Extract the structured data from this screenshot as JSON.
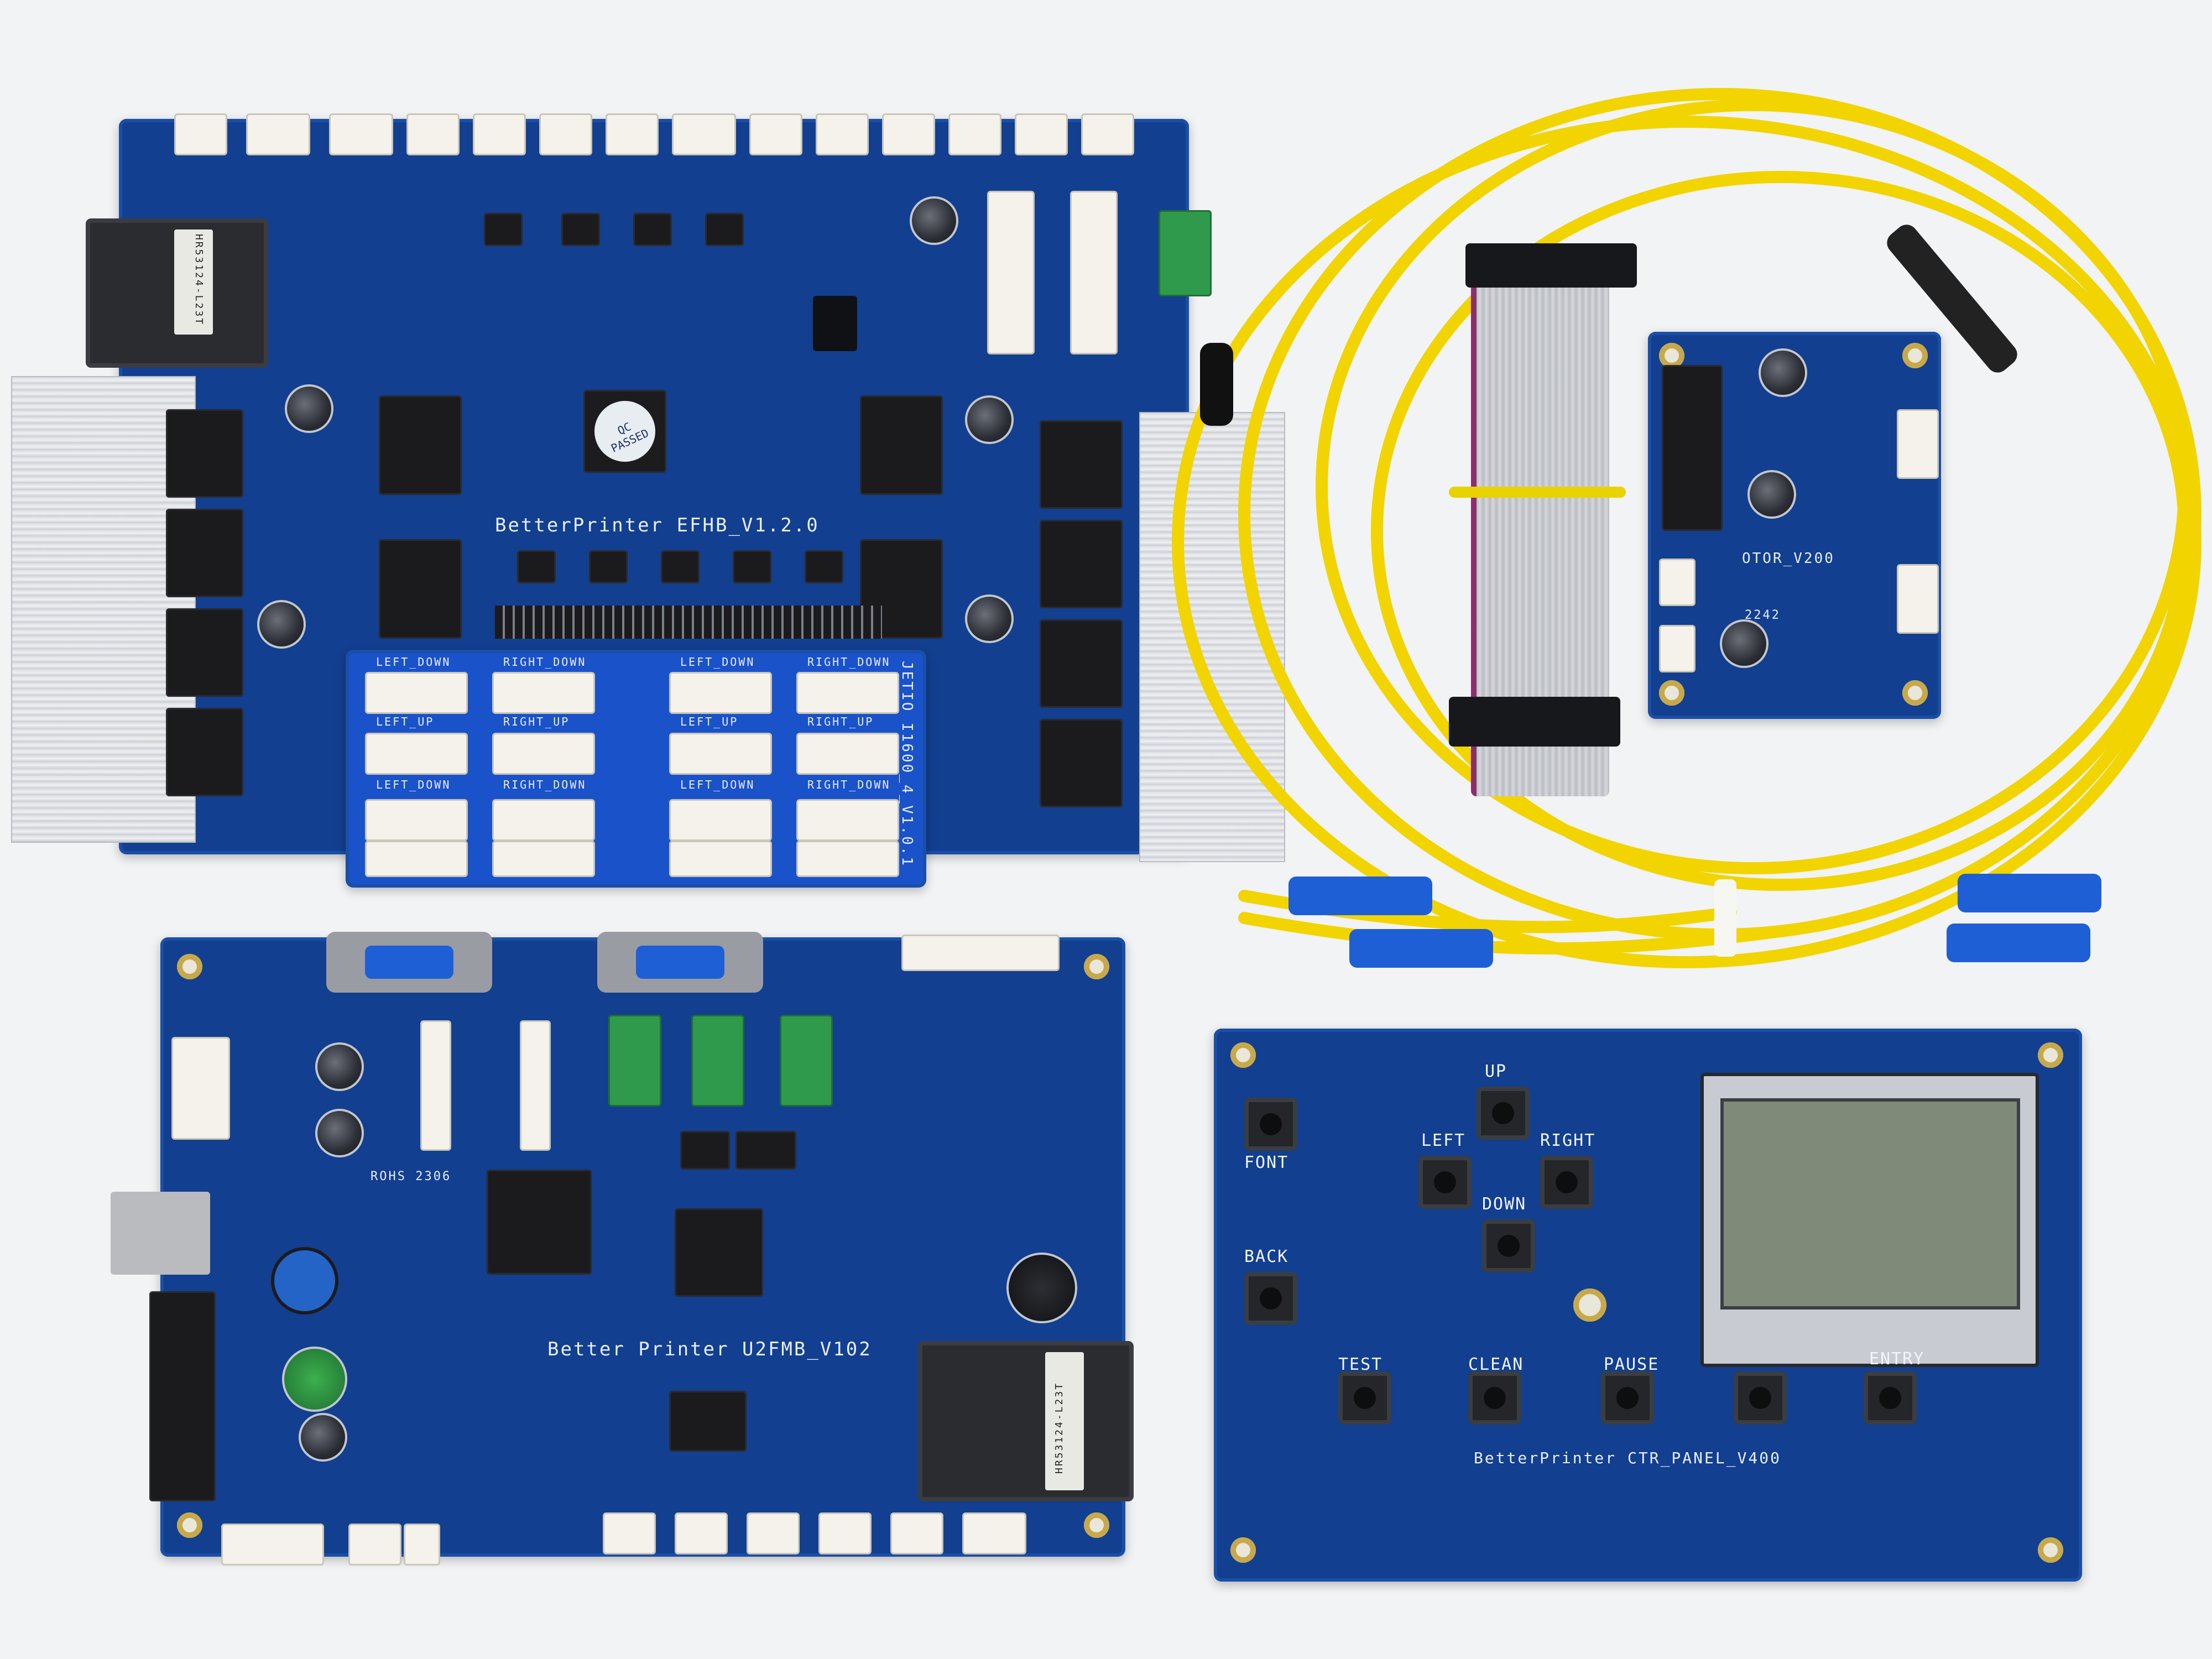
{
  "boards": {
    "efhb": {
      "label": "BetterPrinter EFHB_V1.2.0",
      "qc": "QC PASSED"
    },
    "u2fmb": {
      "label": "Better Printer U2FMB_V102",
      "rohs": "ROHS 2306"
    },
    "ctr_panel": {
      "label": "BetterPrinter CTR_PANEL_V400",
      "buttons": [
        "UP",
        "FONT",
        "LEFT",
        "RIGHT",
        "DOWN",
        "BACK",
        "TEST",
        "CLEAN",
        "PAUSE",
        "ENTRY"
      ]
    },
    "motor": {
      "label": "OTOR_V200",
      "code": "2242"
    },
    "adapter": {
      "label": "JETIO I1600_4_V1.0.1",
      "ports": [
        "LEFT_DOWN",
        "RIGHT_DOWN",
        "LEFT_DOWN",
        "RIGHT_DOWN",
        "LEFT_UP",
        "RIGHT_UP",
        "LEFT_UP",
        "RIGHT_UP",
        "LEFT_DOWN",
        "RIGHT_DOWN",
        "LEFT_DOWN",
        "RIGHT_DOWN"
      ]
    }
  },
  "modules": {
    "fiber_module": "HR53124-L23T"
  },
  "colors": {
    "background": "#f2f3f5",
    "pcb": "#123f8f",
    "fiber_cable": "#f1d400",
    "connector_blue": "#1f5fd6",
    "lcd": "#7f8a78"
  }
}
